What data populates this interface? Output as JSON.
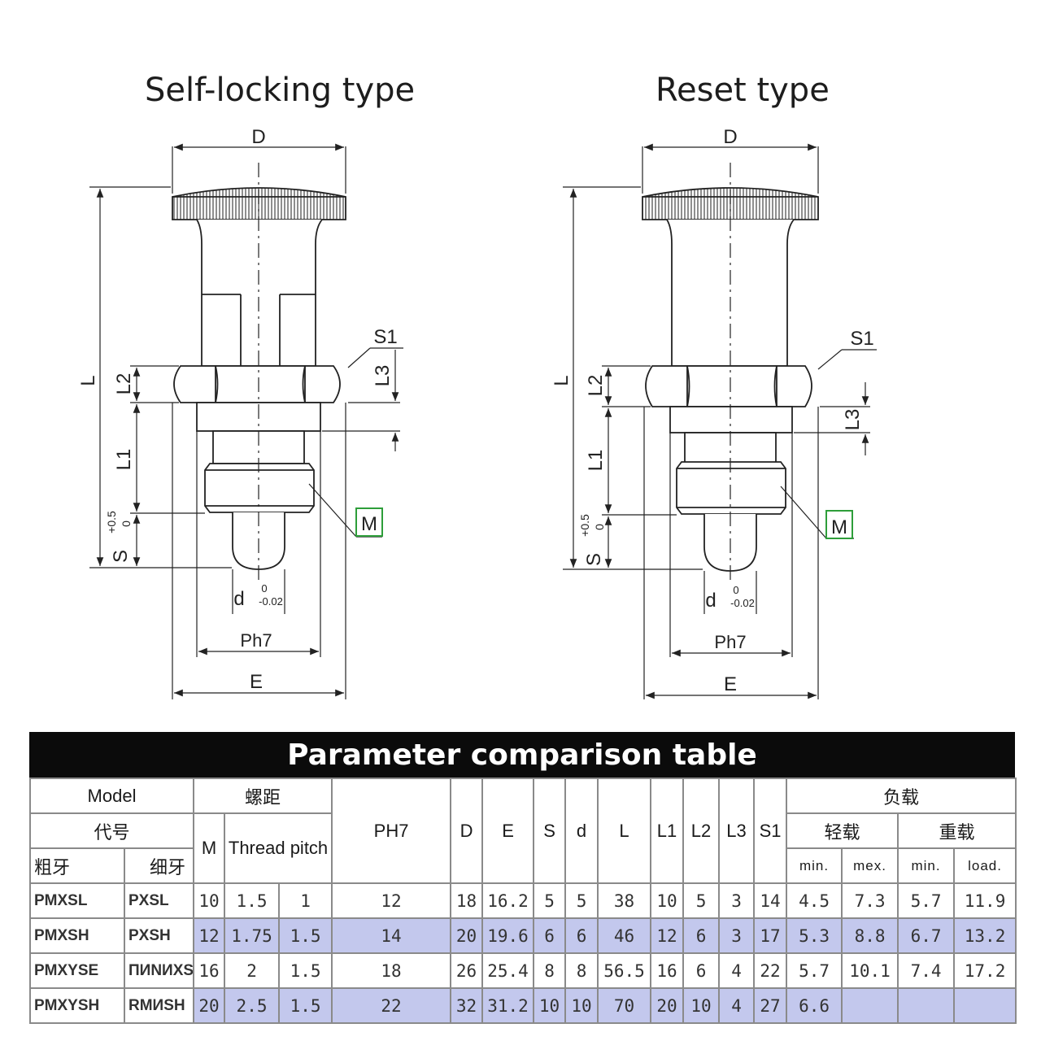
{
  "titles": {
    "left": "Self-locking type",
    "right": "Reset type"
  },
  "labels": {
    "D": "D",
    "L": "L",
    "L1": "L1",
    "L2": "L2",
    "L3": "L3",
    "S1": "S1",
    "M": "M",
    "S": "S",
    "S_tol_top": "+0.5",
    "S_tol_bot": "0",
    "d": "d",
    "d_tol_top": "0",
    "d_tol_bot": "-0.02",
    "Ph7": "Ph7",
    "E": "E"
  },
  "colors": {
    "m_box": "#2e9e3a",
    "m_text": "#b32020",
    "row_shade": "#c3c8ed",
    "header_bg": "#0b0b0b"
  },
  "table": {
    "title": "Parameter comparison table",
    "h_model": "Model",
    "h_pitch_cn": "螺距",
    "h_load_cn": "负载",
    "h_code_cn": "代号",
    "h_M": "M",
    "h_thread": "Thread pitch",
    "h_PH7": "PH7",
    "h_D": "D",
    "h_E": "E",
    "h_S": "S",
    "h_d": "d",
    "h_L": "L",
    "h_L1": "L1",
    "h_L2": "L2",
    "h_L3": "L3",
    "h_S1": "S1",
    "h_light": "轻载",
    "h_heavy": "重载",
    "h_coarse": "粗牙",
    "h_fine": "细牙",
    "h_min1": "min.",
    "h_max": "mex.",
    "h_min2": "min.",
    "h_load": "load.",
    "rows": [
      [
        "PMXSL",
        "PXSL",
        "10",
        "1.5",
        "1",
        "12",
        "18",
        "16.2",
        "5",
        "5",
        "38",
        "10",
        "5",
        "3",
        "14",
        "4.5",
        "7.3",
        "5.7",
        "11.9"
      ],
      [
        "PMXSH",
        "PXSH",
        "12",
        "1.75",
        "1.5",
        "14",
        "20",
        "19.6",
        "6",
        "6",
        "46",
        "12",
        "6",
        "3",
        "17",
        "5.3",
        "8.8",
        "6.7",
        "13.2"
      ],
      [
        "PMXYSE",
        "ПИNИXSD",
        "16",
        "2",
        "1.5",
        "18",
        "26",
        "25.4",
        "8",
        "8",
        "56.5",
        "16",
        "6",
        "4",
        "22",
        "5.7",
        "10.1",
        "7.4",
        "17.2"
      ],
      [
        "PMXYSH",
        "RMИSH",
        "20",
        "2.5",
        "1.5",
        "22",
        "32",
        "31.2",
        "10",
        "10",
        "70",
        "20",
        "10",
        "4",
        "27",
        "6.6",
        "",
        "",
        ""
      ]
    ]
  }
}
